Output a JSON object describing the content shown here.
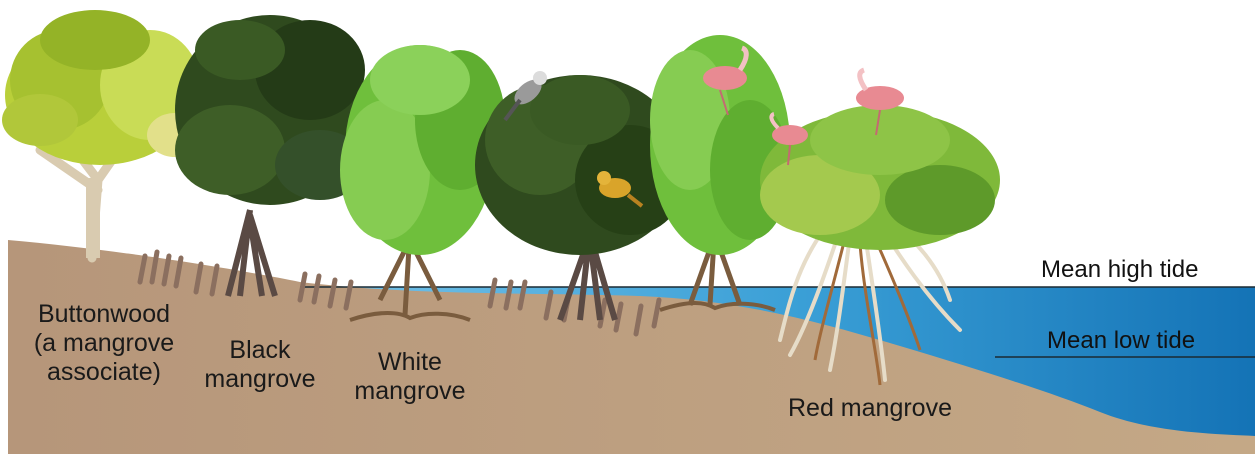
{
  "labels": {
    "buttonwood": [
      "Buttonwood",
      "(a mangrove",
      "associate)"
    ],
    "black": [
      "Black",
      "mangrove"
    ],
    "white": [
      "White",
      "mangrove"
    ],
    "red": "Red mangrove"
  },
  "tides": {
    "high": "Mean high tide",
    "low": "Mean low tide"
  },
  "colors": {
    "soil": "#b89a76",
    "soil_dark": "#9c7f60",
    "water": "#4aa8d8",
    "water_deep": "#1877b8",
    "buttonwood_leaf": "#b9cf3a",
    "black_leaf": "#2f4a1e",
    "white_leaf": "#6fbf3c",
    "red_leaf": "#7fb93a",
    "spoonbill": "#e88a92"
  },
  "icons": [
    "spoonbill-bird",
    "mockingbird",
    "warbler"
  ]
}
